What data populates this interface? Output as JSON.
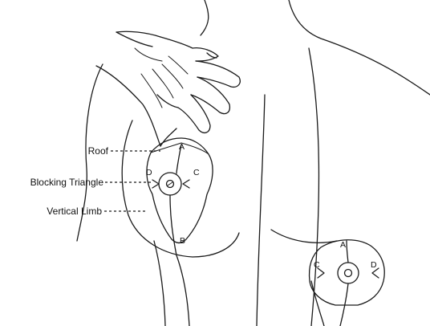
{
  "labels": {
    "roof": "Roof",
    "blocking_triangle": "Blocking Triangle",
    "vertical_limb": "Vertical Limb"
  },
  "points": {
    "left": {
      "a": "A",
      "b": "B",
      "c": "C",
      "d": "D"
    },
    "right": {
      "a": "A",
      "c": "C",
      "d": "D"
    }
  }
}
